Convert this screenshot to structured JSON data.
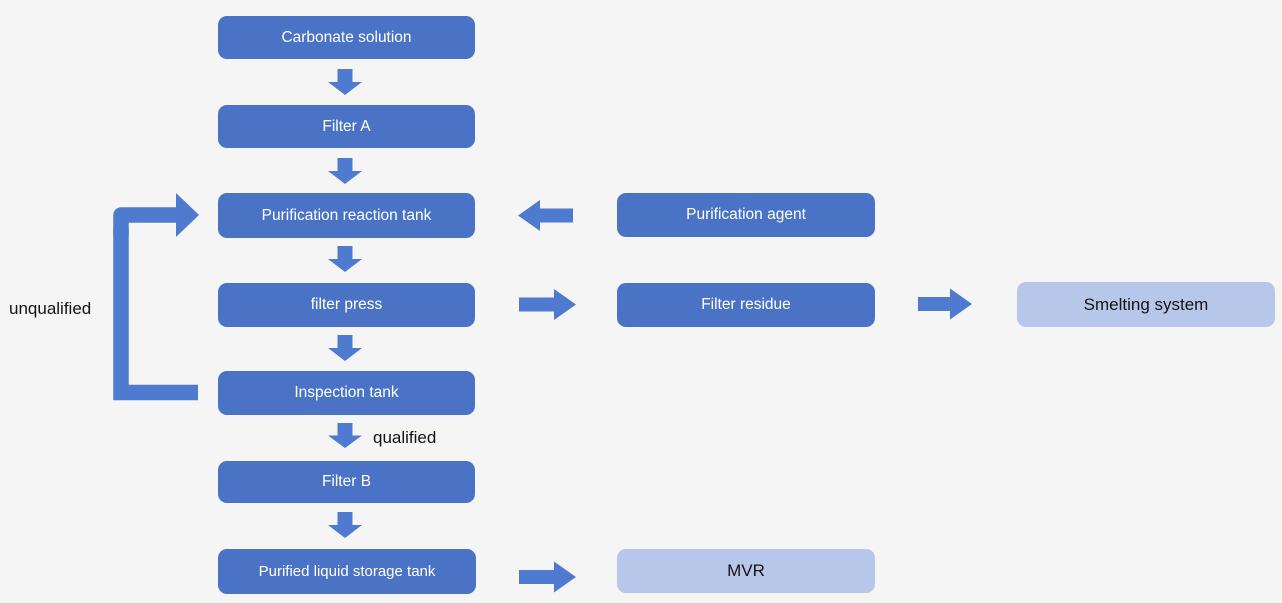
{
  "colors": {
    "background": "#f5f5f6",
    "box_fill": "#4a73c6",
    "light_box_fill": "#b7c7e9",
    "arrow_fill": "#4e7ad0",
    "box_text": "#ffffff",
    "annotation_text": "#141414"
  },
  "nodes": [
    {
      "label": "Carbonate solution",
      "style": "solid"
    },
    {
      "label": "Filter A",
      "style": "solid"
    },
    {
      "label": "Purification reaction tank",
      "style": "solid"
    },
    {
      "label": "filter press",
      "style": "solid"
    },
    {
      "label": "Inspection tank",
      "style": "solid"
    },
    {
      "label": "Filter B",
      "style": "solid"
    },
    {
      "label": "Purified liquid storage tank",
      "style": "solid"
    },
    {
      "label": "Purification agent",
      "style": "solid"
    },
    {
      "label": "Filter residue",
      "style": "solid"
    },
    {
      "label": "MVR",
      "style": "light"
    },
    {
      "label": "Smelting system",
      "style": "light"
    }
  ],
  "annotations": {
    "unqualified": "unqualified",
    "qualified": "qualified"
  },
  "edges": [
    {
      "from": "Carbonate solution",
      "to": "Filter A",
      "direction": "down"
    },
    {
      "from": "Filter A",
      "to": "Purification reaction tank",
      "direction": "down"
    },
    {
      "from": "Purification agent",
      "to": "Purification reaction tank",
      "direction": "left"
    },
    {
      "from": "Purification reaction tank",
      "to": "filter press",
      "direction": "down"
    },
    {
      "from": "filter press",
      "to": "Filter residue",
      "direction": "right"
    },
    {
      "from": "Filter residue",
      "to": "Smelting system",
      "direction": "right"
    },
    {
      "from": "filter press",
      "to": "Inspection tank",
      "direction": "down"
    },
    {
      "from": "Inspection tank",
      "to": "Purification reaction tank",
      "direction": "loop-left",
      "label": "unqualified"
    },
    {
      "from": "Inspection tank",
      "to": "Filter B",
      "direction": "down",
      "label": "qualified"
    },
    {
      "from": "Filter B",
      "to": "Purified liquid storage tank",
      "direction": "down"
    },
    {
      "from": "Purified liquid storage tank",
      "to": "MVR",
      "direction": "right"
    }
  ]
}
